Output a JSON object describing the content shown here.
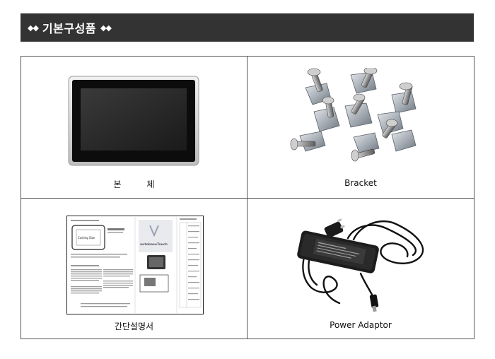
{
  "header": {
    "diamonds_left": "◆◆",
    "title": "기본구성품",
    "diamonds_right": "◆◆"
  },
  "items": [
    {
      "caption": "본 체",
      "icon": "touch-panel-image"
    },
    {
      "caption": "Bracket",
      "icon": "bracket-image"
    },
    {
      "caption": "간단설명서",
      "icon": "manual-image"
    },
    {
      "caption": "Power Adaptor",
      "icon": "power-adaptor-image"
    }
  ],
  "manual": {
    "brand": "autobaseTouch",
    "cutting_size_label": "Cutting Size"
  },
  "colors": {
    "header_bg": "#333333",
    "header_text": "#ffffff",
    "border": "#555555"
  }
}
